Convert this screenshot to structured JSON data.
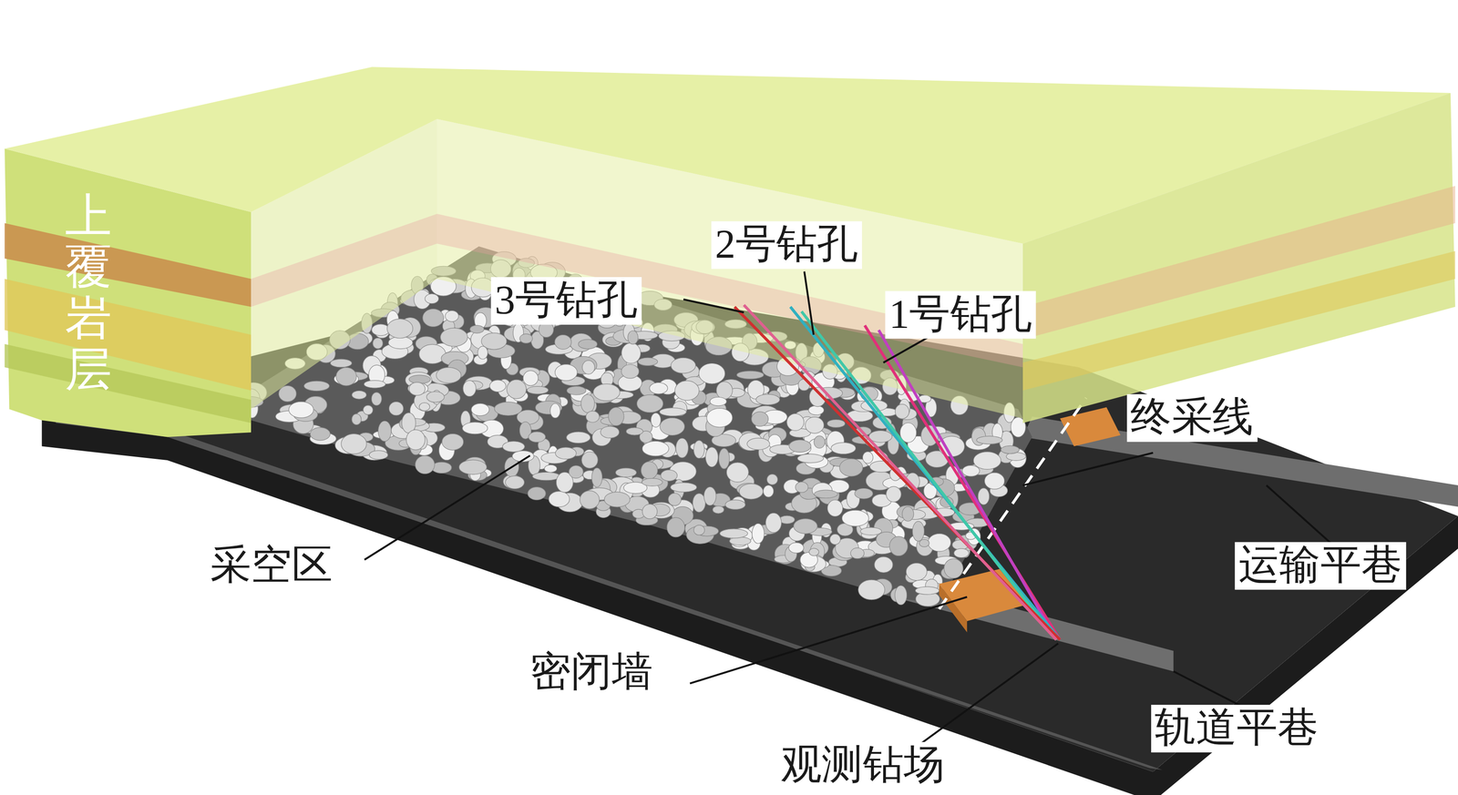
{
  "diagram": {
    "labels": [
      "上覆岩层",
      "2号钻孔",
      "3号钻孔",
      "1号钻孔",
      "终采线",
      "运输平巷",
      "采空区",
      "密闭墙",
      "轨道平巷",
      "观测钻场"
    ]
  }
}
